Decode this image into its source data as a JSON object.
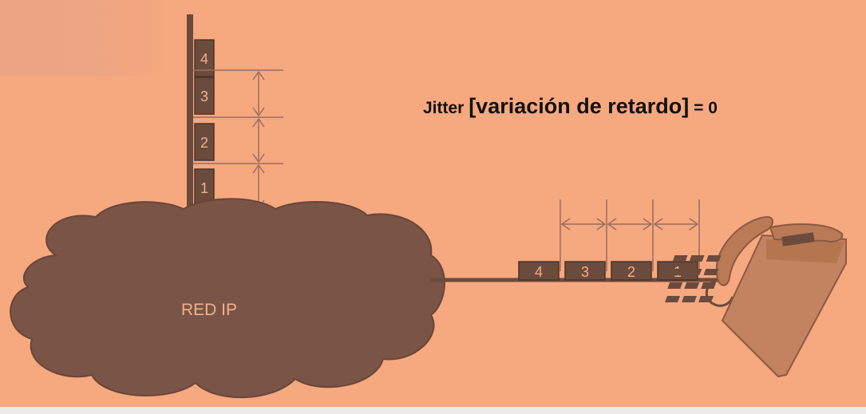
{
  "title": {
    "part1": "Jitter ",
    "part2": "[variación de retardo]",
    "part3": " = 0"
  },
  "cloud_label": "RED IP",
  "vertical_packets": [
    "4",
    "3",
    "2",
    "1"
  ],
  "horizontal_packets": [
    "4",
    "3",
    "2",
    "1"
  ],
  "colors": {
    "background": "#F6A87E",
    "packet": "#6B4B3C",
    "cloud": "#7A5446",
    "line": "#9A6E5E",
    "phone": "#C38360"
  }
}
